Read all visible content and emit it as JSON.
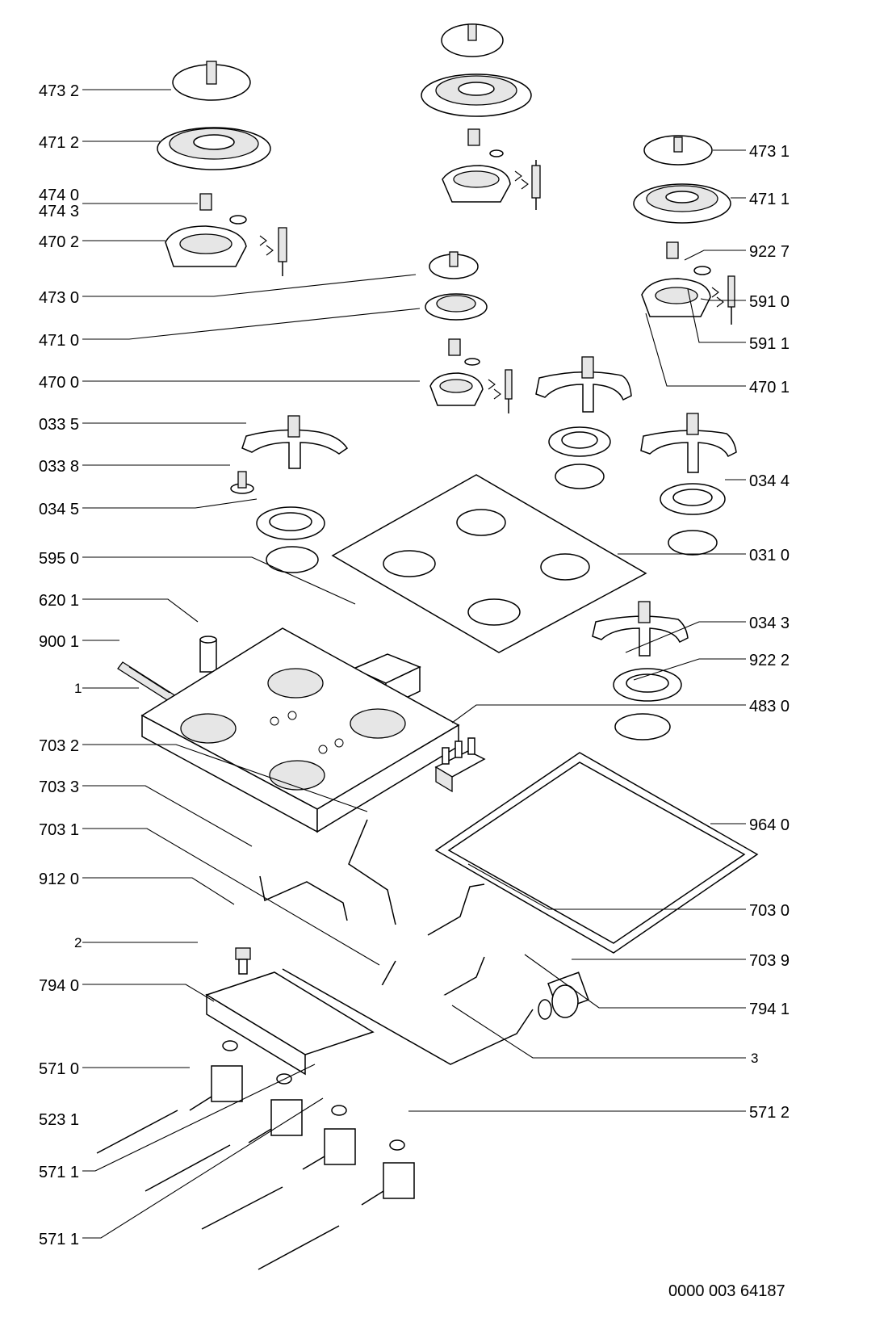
{
  "drawing_number": "0000 003 64187",
  "labels": {
    "l_473_2": "473 2",
    "l_471_2": "471 2",
    "l_474_0": "474 0",
    "l_474_3": "474 3",
    "l_470_2": "470  2",
    "l_473_0": "473  0",
    "l_471_0": "471 0",
    "l_470_0": "470 0",
    "l_033_5": "033 5",
    "l_033_8": "033 8",
    "l_034_5": "034 5",
    "l_595_0": "595 0",
    "l_620_1": "620 1",
    "l_900_1": "900 1",
    "l_1": "1",
    "l_703_2": "703 2",
    "l_703_3": "703 3",
    "l_703_1": "703 1",
    "l_912_0": "912 0",
    "l_2": "2",
    "l_794_0": "794 0",
    "l_571_0": "571 0",
    "l_523_1": "523 1",
    "l_571_1a": "571 1",
    "l_571_1b": "571 1",
    "l_473_1": "473 1",
    "l_471_1": "471 1",
    "l_922_7": "922 7",
    "l_591_0": "591 0",
    "l_591_1": "591 1",
    "l_470_1": "470 1",
    "l_034_4": "034 4",
    "l_031_0": "031 0",
    "l_034_3": "034 3",
    "l_922_2": "922 2",
    "l_483_0": "483 0",
    "l_964_0": "964 0",
    "l_703_0": "703 0",
    "l_703_9": "703 9",
    "l_794_1": "794 1",
    "l_3": "3",
    "l_571_2": "571 2"
  }
}
